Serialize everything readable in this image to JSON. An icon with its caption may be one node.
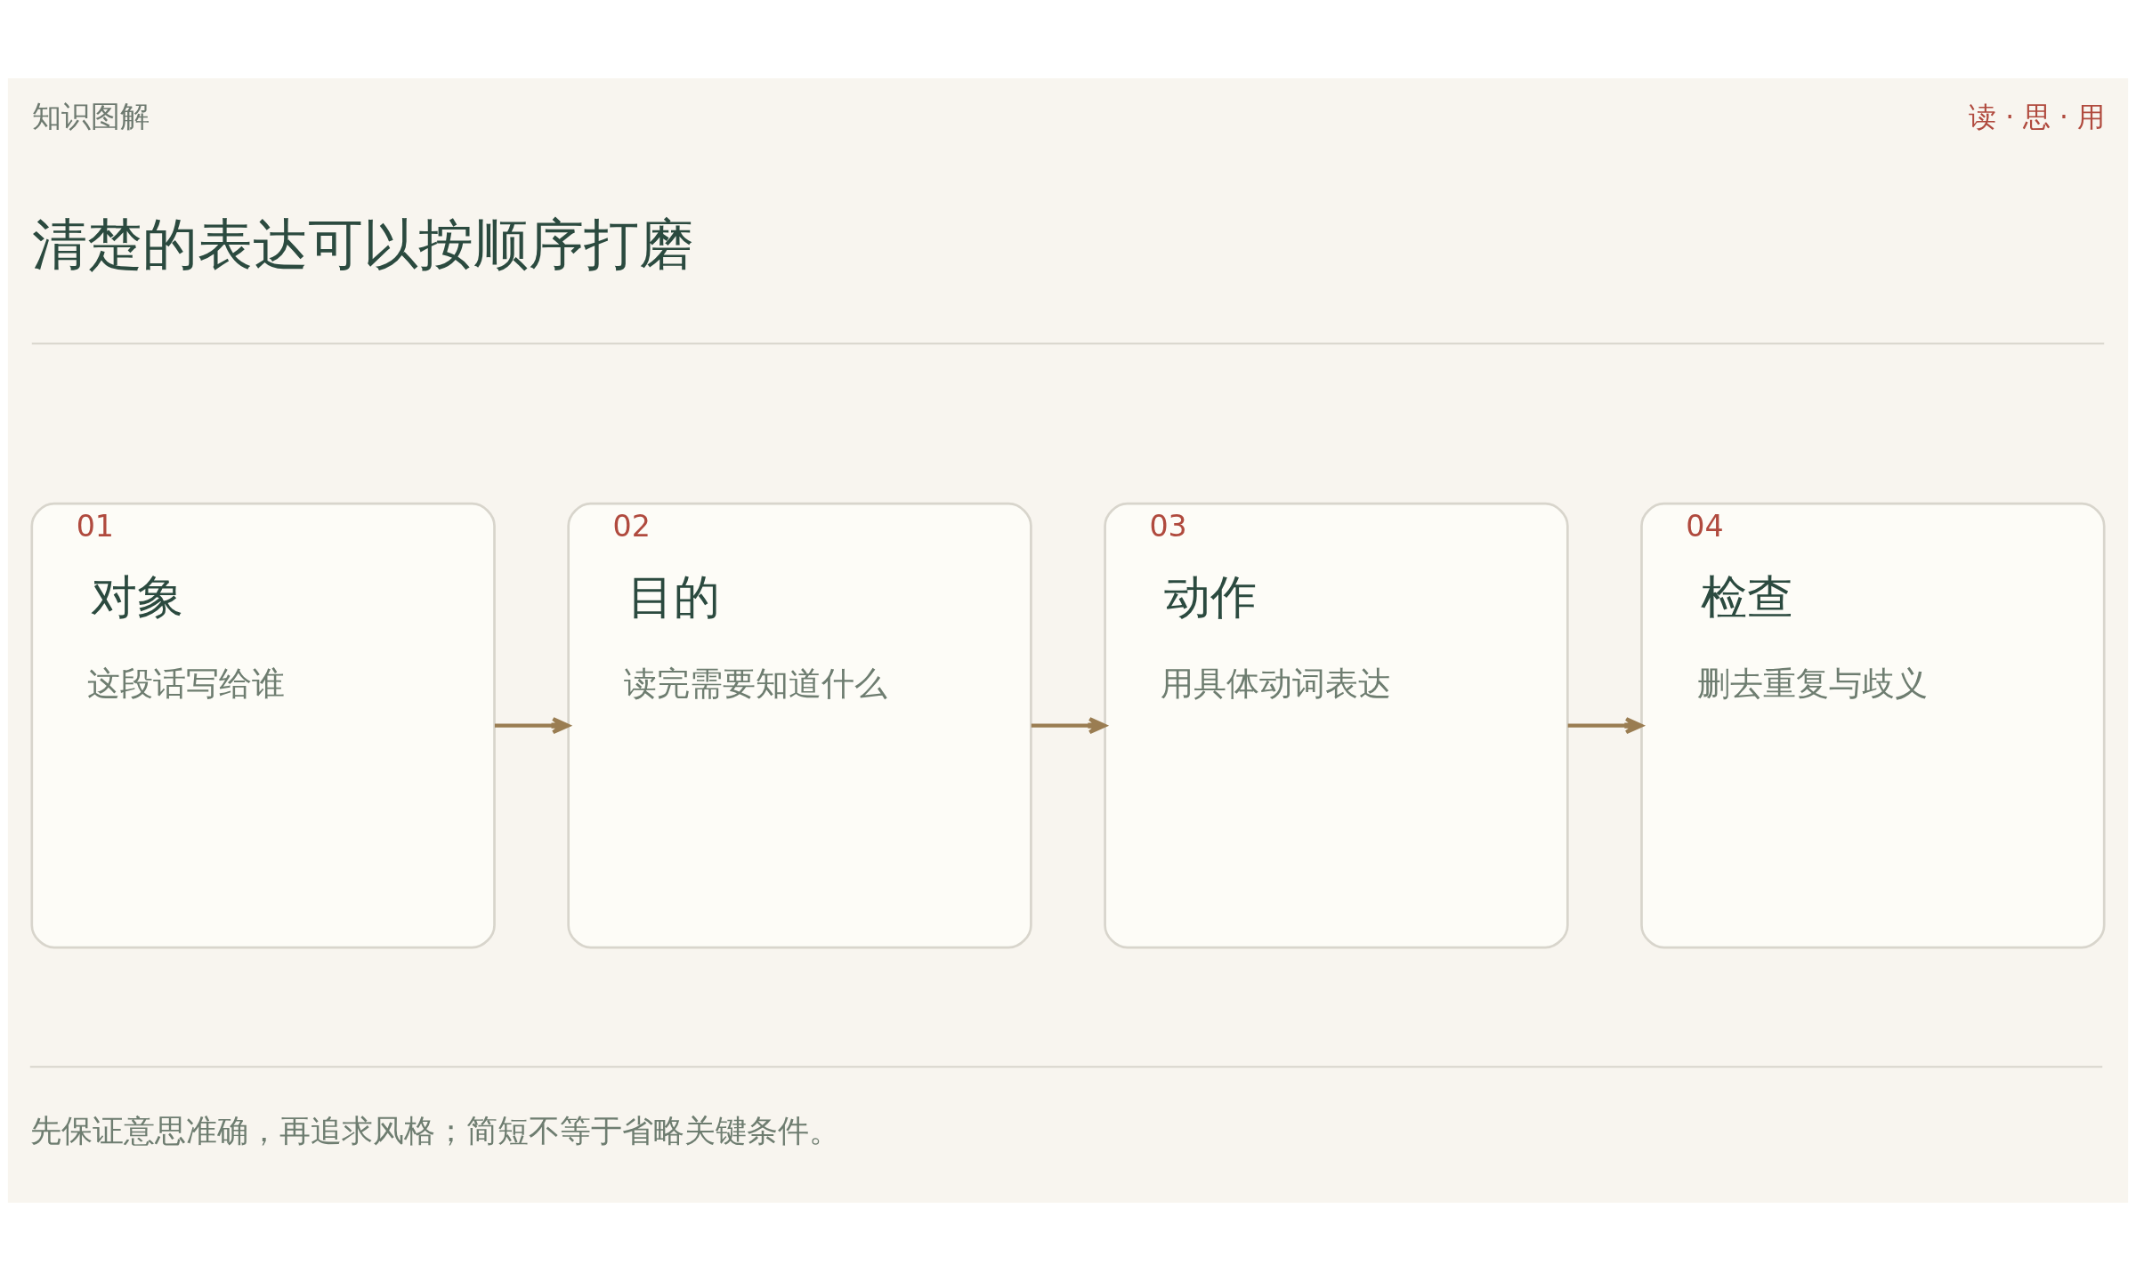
{
  "diagram": {
    "title": "清楚的表达可以按顺序打磨",
    "caption": "先保证意思准确，再追求风格；简短不等于省略关键条件。",
    "nodes": [
      {
        "text": [
          "01",
          "对象",
          "这段话写给谁"
        ]
      },
      {
        "text": [
          "02",
          "目的",
          "读完需要知道什么"
        ]
      },
      {
        "text": [
          "03",
          "动作",
          "用具体动词表达"
        ]
      },
      {
        "text": [
          "04",
          "检查",
          "删去重复与歧义"
        ]
      }
    ],
    "edges": [
      {
        "from": 0,
        "to": 1,
        "arrow": "to"
      },
      {
        "from": 1,
        "to": 2,
        "arrow": "to"
      },
      {
        "from": 2,
        "to": 3,
        "arrow": "to"
      }
    ],
    "labels": [
      "知识图解",
      "读 · 思 · 用"
    ]
  }
}
